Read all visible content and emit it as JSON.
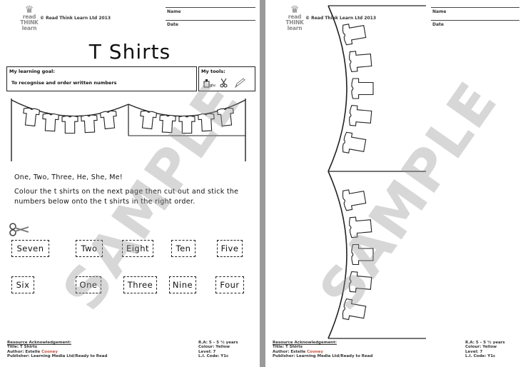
{
  "worksheet": {
    "logo": {
      "line1": "read",
      "line2": "THINK",
      "line3": "learn"
    },
    "copyright": "© Read Think Learn Ltd 2013",
    "name_label": "Name",
    "date_label": "Date",
    "title": "T Shirts",
    "learning_goal": {
      "heading": "My learning goal:",
      "text": "To recognise and order written numbers"
    },
    "tools": {
      "heading": "My tools:",
      "icons": [
        "glue-icon",
        "scissors-icon",
        "pencil-icon"
      ]
    },
    "rhyme": "One, Two, Three, He, She, Me!",
    "instruction": "Colour the t shirts on the next page then cut out and stick the numbers below onto the t shirts in the right order.",
    "words_row1": [
      "Seven",
      "Two",
      "Eight",
      "Ten",
      "Five"
    ],
    "words_row2": [
      "Six",
      "One",
      "Three",
      "Nine",
      "Four"
    ],
    "footer_left": {
      "heading": "Resource Acknowledgement:",
      "title": "Title: T Shirts",
      "author_prefix": "Author: Estelle ",
      "author_accent": "Cooney",
      "publisher": "Publisher: Learning Media Ltd/Ready to Read"
    },
    "footer_right": {
      "ra": "R.A: 5 – 5 ½ years",
      "colour": "Colour: Yellow",
      "level": "Level: 7",
      "li_code": "L.I. Code: Y1c"
    },
    "watermark": "SAMPLE"
  },
  "colors": {
    "accent": "#c3513f",
    "gutter": "#9a9a9a",
    "watermark": "#969696"
  }
}
